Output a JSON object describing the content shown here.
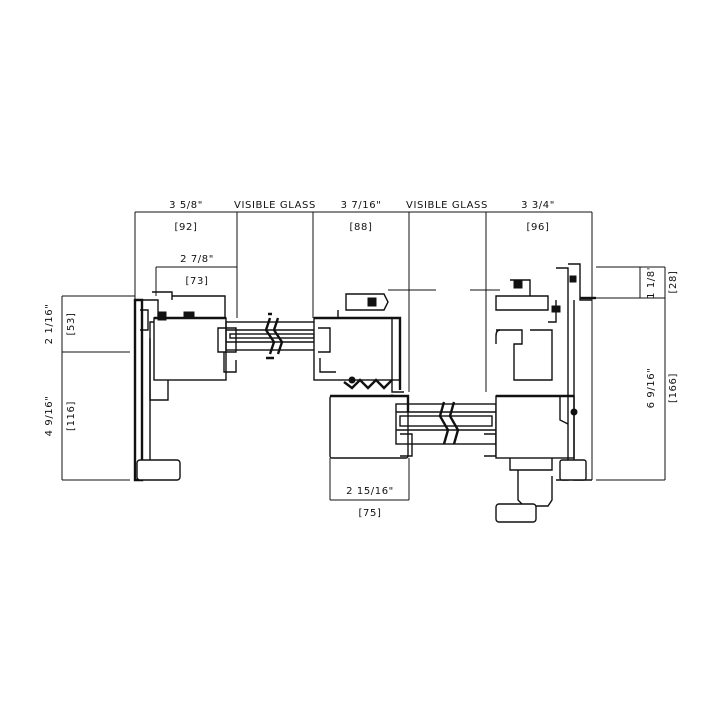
{
  "dimensions": {
    "top": {
      "left_frame_in": "3 5/8\"",
      "left_frame_mm": "[92]",
      "left_glass_label": "VISIBLE GLASS",
      "middle_in": "3 7/16\"",
      "middle_mm": "[88]",
      "right_glass_label": "VISIBLE GLASS",
      "right_frame_in": "3 3/4\"",
      "right_frame_mm": "[96]"
    },
    "inner_left_in": "2 7/8\"",
    "inner_left_mm": "[73]",
    "bottom_in": "2 15/16\"",
    "bottom_mm": "[75]",
    "left_upper_in": "2 1/16\"",
    "left_upper_mm": "[53]",
    "left_lower_in": "4 9/16\"",
    "left_lower_mm": "[116]",
    "right_small_in": "1 1/8\"",
    "right_small_mm": "[28]",
    "right_total_in": "6 9/16\"",
    "right_total_mm": "[166]"
  }
}
